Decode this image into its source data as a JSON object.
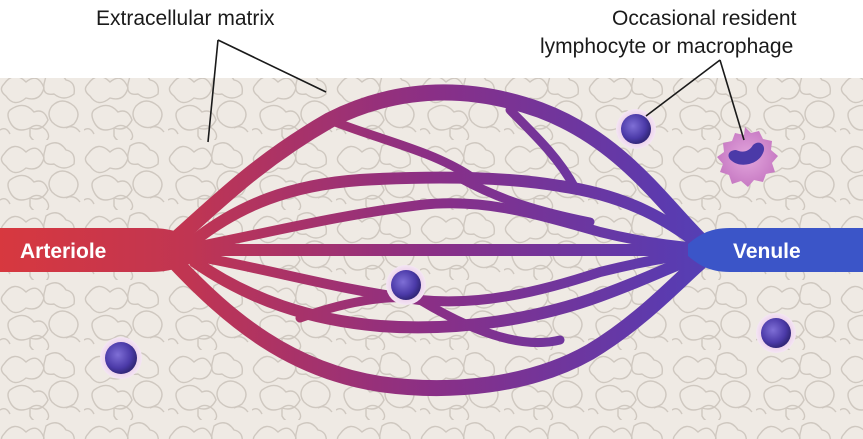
{
  "labels": {
    "extracellular_matrix": "Extracellular matrix",
    "resident_cells_line1": "Occasional resident",
    "resident_cells_line2": "lymphocyte or macrophage",
    "arteriole": "Arteriole",
    "venule": "Venule"
  },
  "colors": {
    "arteriole": "#d7383f",
    "capillary_mid": "#8a2f86",
    "venule": "#3b55c8",
    "matrix_background": "#efeae4",
    "matrix_fibers": "#cfc8c0",
    "lymphocyte_nucleus": "#4b3aa8",
    "macrophage_halo": "#d79ad3"
  }
}
